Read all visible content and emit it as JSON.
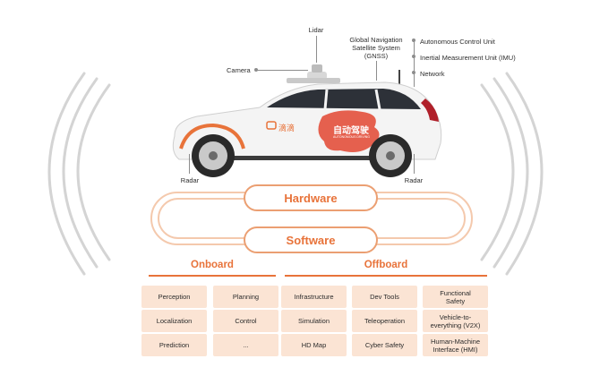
{
  "callouts": {
    "lidar": "Lidar",
    "camera": "Camera",
    "gnss": "Global Navigation\nSatellite System\n(GNSS)",
    "autonomous_control_unit": "Autonomous Control Unit",
    "imu": "Inertial Measurement Unit (IMU)",
    "network": "Network",
    "radar_left": "Radar",
    "radar_right": "Radar"
  },
  "car": {
    "brand_text": "滴滴",
    "decal_text": "自动驾驶",
    "decal_subtext": "AUTONOMOUS DRIVING"
  },
  "stack": {
    "hardware_label": "Hardware",
    "software_label": "Software"
  },
  "onboard": {
    "title": "Onboard",
    "items": [
      "Perception",
      "Planning",
      "Localization",
      "Control",
      "Prediction",
      "..."
    ]
  },
  "offboard": {
    "title": "Offboard",
    "items": [
      "Infrastructure",
      "Dev Tools",
      "Functional\nSafety",
      "Simulation",
      "Teleoperation",
      "Vehicle-to-\neverything (V2X)",
      "HD Map",
      "Cyber Safety",
      "Human-Machine\nInterface (HMI)"
    ]
  },
  "colors": {
    "accent": "#e8733a",
    "accent_light": "#eb9f72",
    "cell_fill": "#fbe4d4",
    "ring": "#f4c9ad",
    "signal_arcs": "#d6d6d6"
  }
}
